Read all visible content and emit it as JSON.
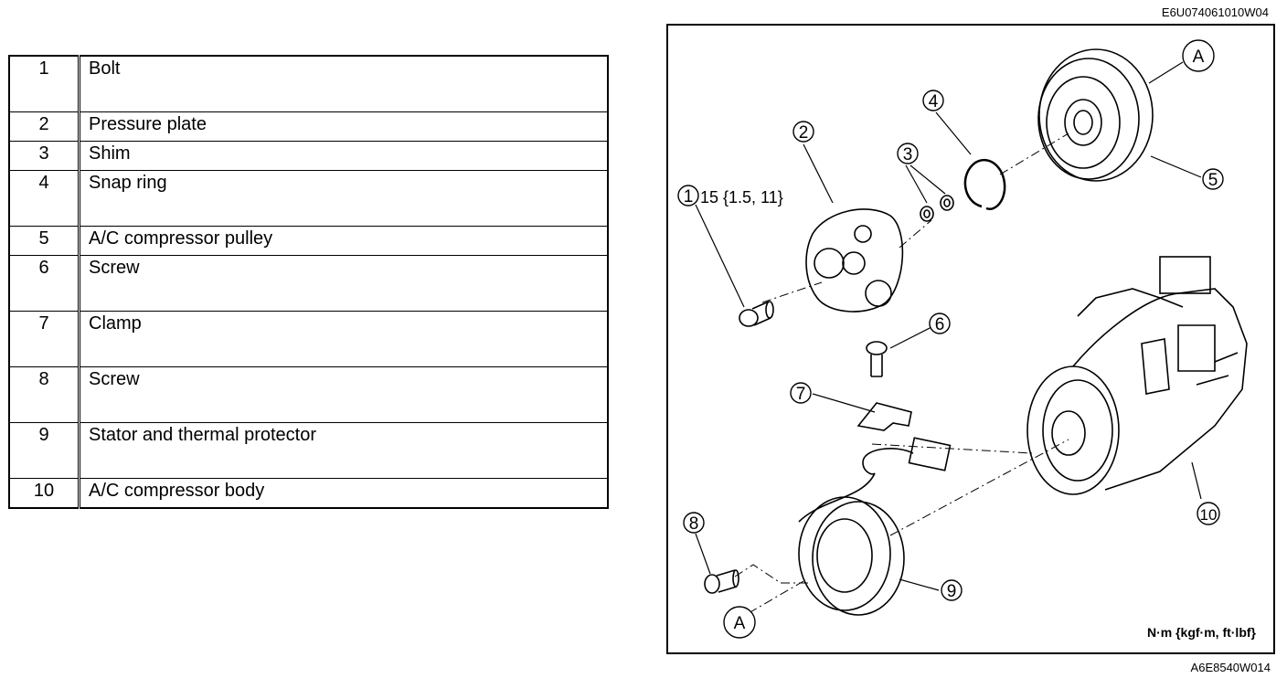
{
  "header": {
    "doc_code_top": "E6U074061010W04"
  },
  "footer": {
    "doc_code_bottom": "A6E8540W014"
  },
  "parts_table": {
    "rows": [
      {
        "num": "1",
        "name": "Bolt"
      },
      {
        "num": "2",
        "name": "Pressure plate"
      },
      {
        "num": "3",
        "name": "Shim"
      },
      {
        "num": "4",
        "name": "Snap ring"
      },
      {
        "num": "5",
        "name": "A/C compressor pulley"
      },
      {
        "num": "6",
        "name": "Screw"
      },
      {
        "num": "7",
        "name": "Clamp"
      },
      {
        "num": "8",
        "name": "Screw"
      },
      {
        "num": "9",
        "name": "Stator and thermal protector"
      },
      {
        "num": "10",
        "name": "A/C compressor body"
      }
    ]
  },
  "diagram": {
    "callouts": [
      "1",
      "2",
      "3",
      "4",
      "5",
      "6",
      "7",
      "8",
      "9",
      "10"
    ],
    "reference_mark": "A",
    "torque_spec": "15 {1.5, 11}",
    "units_note": "N·m {kgf·m, ft·lbf}"
  }
}
